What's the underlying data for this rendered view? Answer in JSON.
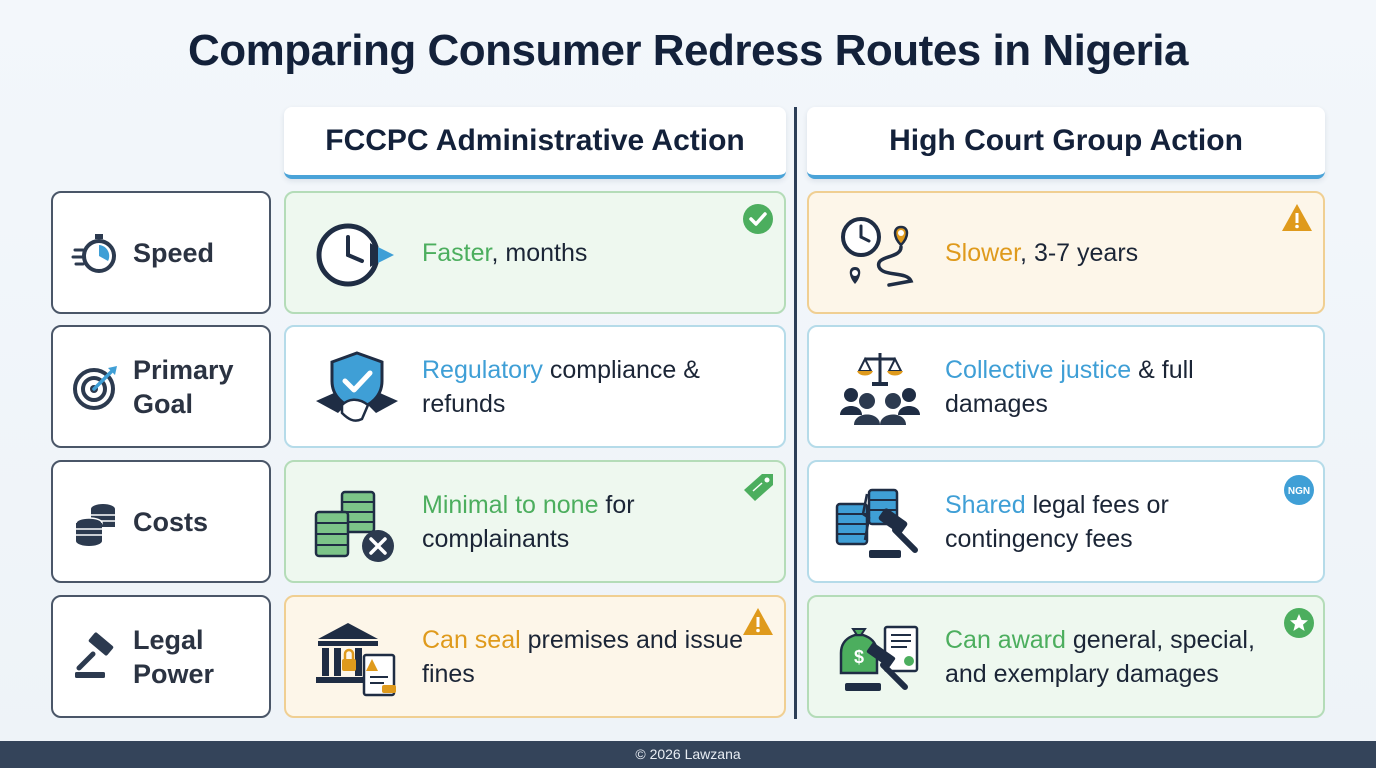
{
  "title": "Comparing Consumer Redress Routes in Nigeria",
  "columns": {
    "left": "FCCPC Administrative Action",
    "right": "High Court Group Action"
  },
  "rows": [
    {
      "label": "Speed",
      "icon": "stopwatch-icon",
      "left": {
        "highlight": "Faster",
        "rest": ", months",
        "icon": "clock-forward-icon",
        "badge": "check-badge-icon",
        "tone": "green"
      },
      "right": {
        "highlight": "Slower",
        "rest": ", 3-7 years",
        "icon": "clock-route-icon",
        "badge": "warning-badge-icon",
        "tone": "amber"
      }
    },
    {
      "label": "Primary\nGoal",
      "icon": "target-icon",
      "left": {
        "highlight": "Regulatory",
        "rest": " compliance & refunds",
        "icon": "shield-handshake-icon",
        "tone": "blue"
      },
      "right": {
        "highlight": "Collective justice",
        "rest": " & full damages",
        "icon": "scales-group-icon",
        "tone": "blue"
      }
    },
    {
      "label": "Costs",
      "icon": "coins-icon",
      "left": {
        "highlight": "Minimal to none",
        "rest": " for complainants",
        "icon": "coins-cancel-icon",
        "badge": "price-tag-icon",
        "tone": "green"
      },
      "right": {
        "highlight": "Shared",
        "rest": " legal fees or contingency fees",
        "icon": "coins-gavel-icon",
        "badge_text": "NGN",
        "tone": "blue"
      }
    },
    {
      "label": "Legal\nPower",
      "icon": "gavel-icon",
      "left": {
        "highlight": "Can seal",
        "rest": " premises and issue fines",
        "icon": "bank-lock-icon",
        "badge": "warning-badge-icon",
        "tone": "amber"
      },
      "right": {
        "highlight": "Can award",
        "rest": " general, special, and exemplary damages",
        "icon": "money-gavel-document-icon",
        "badge": "star-badge-icon",
        "tone": "green"
      }
    }
  ],
  "footer": "© 2026 Lawzana",
  "colors": {
    "green": "#4cae5e",
    "blue": "#3f9fd6",
    "amber": "#df9a1c",
    "navy": "#13213a"
  }
}
